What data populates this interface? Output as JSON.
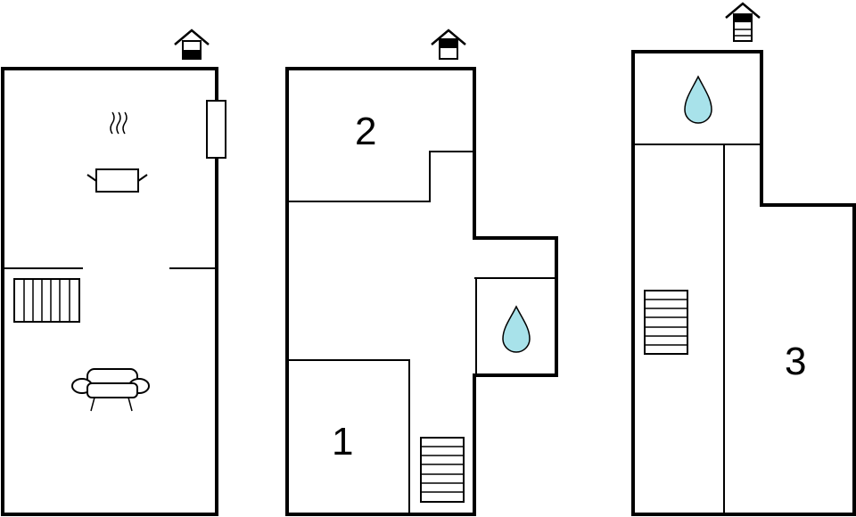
{
  "floors": [
    {
      "name": "floor-1",
      "icons": [
        "entrance-icon",
        "window-icon",
        "kitchen-pot-icon",
        "radiator-icon",
        "sofa-icon"
      ],
      "room_labels": []
    },
    {
      "name": "floor-2",
      "icons": [
        "entrance-icon",
        "bathroom-water-drop-icon",
        "staircase-icon"
      ],
      "room_labels": [
        "2",
        "1"
      ]
    },
    {
      "name": "floor-3",
      "icons": [
        "entrance-icon",
        "bathroom-water-drop-icon",
        "staircase-icon"
      ],
      "room_labels": [
        "3"
      ]
    }
  ],
  "colors": {
    "wall": "#000000",
    "background": "#ffffff",
    "water_drop": "#a8e2ea"
  }
}
